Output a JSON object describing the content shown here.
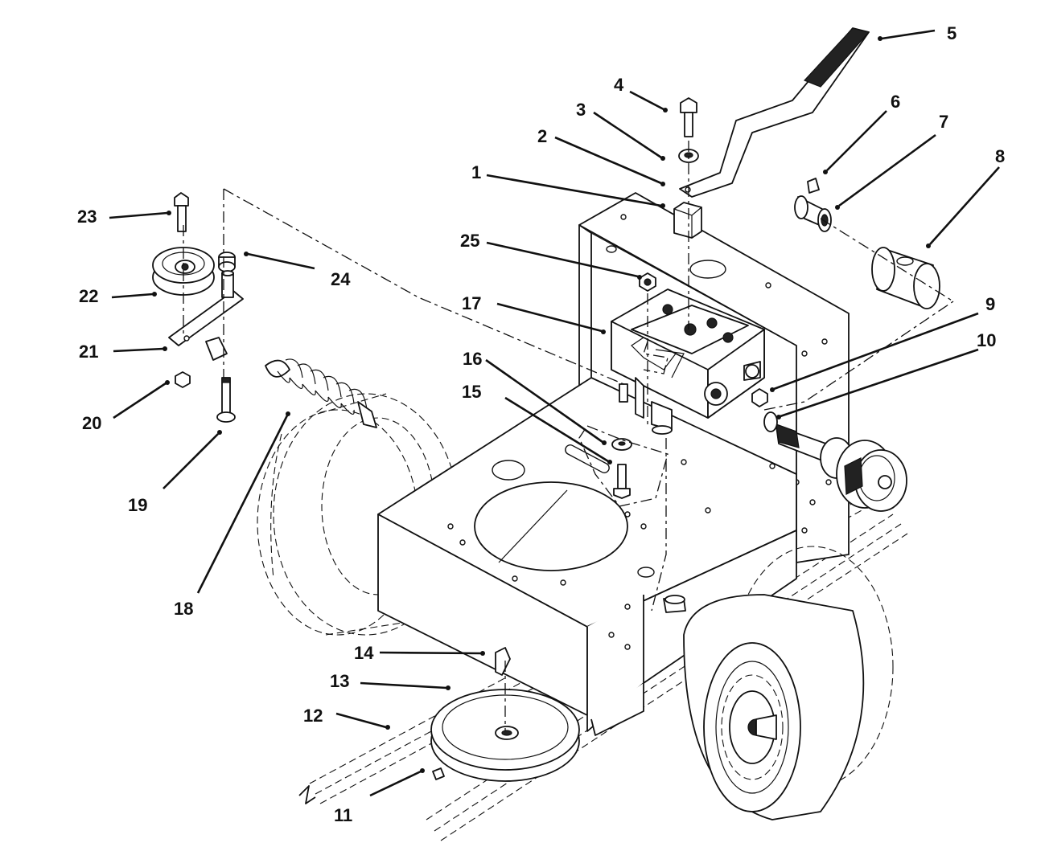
{
  "diagram": {
    "callouts": [
      {
        "id": "c1",
        "text": "1"
      },
      {
        "id": "c2",
        "text": "2"
      },
      {
        "id": "c3",
        "text": "3"
      },
      {
        "id": "c4",
        "text": "4"
      },
      {
        "id": "c5",
        "text": "5"
      },
      {
        "id": "c6",
        "text": "6"
      },
      {
        "id": "c7",
        "text": "7"
      },
      {
        "id": "c8",
        "text": "8"
      },
      {
        "id": "c9",
        "text": "9"
      },
      {
        "id": "c10",
        "text": "10"
      },
      {
        "id": "c11",
        "text": "11"
      },
      {
        "id": "c12",
        "text": "12"
      },
      {
        "id": "c13",
        "text": "13"
      },
      {
        "id": "c14",
        "text": "14"
      },
      {
        "id": "c15",
        "text": "15"
      },
      {
        "id": "c16",
        "text": "16"
      },
      {
        "id": "c17",
        "text": "17"
      },
      {
        "id": "c18",
        "text": "18"
      },
      {
        "id": "c19",
        "text": "19"
      },
      {
        "id": "c20",
        "text": "20"
      },
      {
        "id": "c21",
        "text": "21"
      },
      {
        "id": "c22",
        "text": "22"
      },
      {
        "id": "c23",
        "text": "23"
      },
      {
        "id": "c24",
        "text": "24"
      },
      {
        "id": "c25",
        "text": "25"
      }
    ],
    "parts": [
      "frame-plate",
      "upright-plate",
      "gear-case",
      "shift-lever",
      "bushing",
      "sleeve",
      "drive-wheel-front",
      "drive-wheel-rear",
      "input-pulley",
      "idler-pulley",
      "idler-arm",
      "spring",
      "output-pulley",
      "drive-belt"
    ]
  }
}
